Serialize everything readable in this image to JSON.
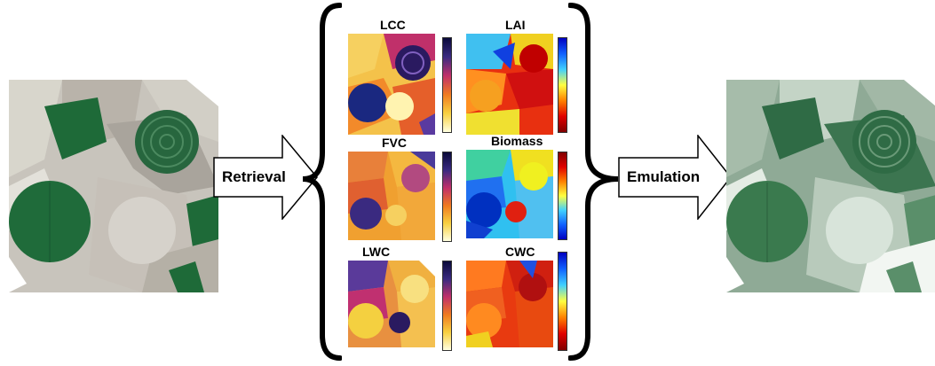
{
  "input_image": {
    "name": "Input satellite image"
  },
  "output_image": {
    "name": "Emulated satellite image"
  },
  "arrows": {
    "retrieval": "Retrieval",
    "emulation": "Emulation"
  },
  "panels": [
    {
      "id": "lcc",
      "title": "LCC"
    },
    {
      "id": "lai",
      "title": "LAI"
    },
    {
      "id": "fvc",
      "title": "FVC"
    },
    {
      "id": "biomass",
      "title": "Biomass"
    },
    {
      "id": "lwc",
      "title": "LWC"
    },
    {
      "id": "cwc",
      "title": "CWC"
    }
  ],
  "colors": {
    "field_green": "#1f6b3a",
    "field_green_light": "#5a8f6a",
    "bracket": "#000000"
  },
  "colorbars": {
    "lcc": [
      "#0a0a3a",
      "#3a2a80",
      "#c0306a",
      "#f07a20",
      "#f8d040",
      "#ffffe0"
    ],
    "lai": [
      "#0000c0",
      "#1060ff",
      "#40d0ff",
      "#ffff40",
      "#ff8000",
      "#e00000",
      "#800000"
    ],
    "fvc": [
      "#0a0a3a",
      "#3a2a80",
      "#c0306a",
      "#f07a20",
      "#f8d040",
      "#ffffe0"
    ],
    "biomass": [
      "#800000",
      "#e00000",
      "#ff8000",
      "#ffff40",
      "#40d0ff",
      "#1060ff",
      "#0000c0"
    ],
    "lwc": [
      "#0a0a3a",
      "#3a2a80",
      "#c0306a",
      "#f07a20",
      "#f8d040",
      "#ffffe0"
    ],
    "cwc": [
      "#0000c0",
      "#1060ff",
      "#40d0ff",
      "#ffff40",
      "#ff8000",
      "#e00000",
      "#800000"
    ]
  }
}
